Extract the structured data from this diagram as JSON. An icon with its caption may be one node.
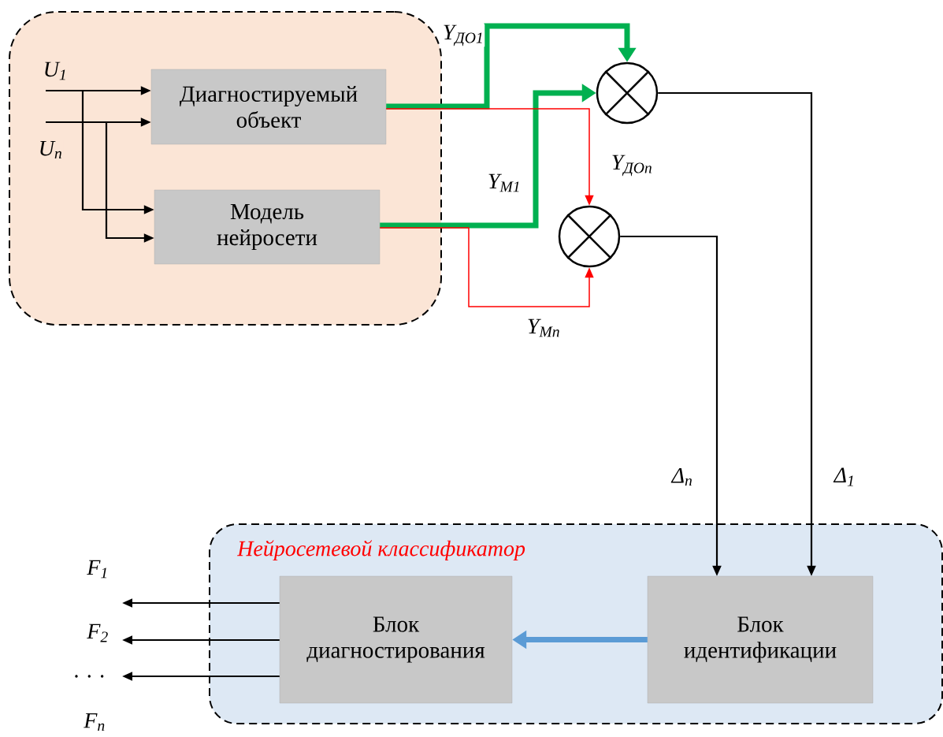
{
  "diagram": {
    "nodes": [
      {
        "text": [],
        "shape": "box"
      },
      {
        "text": [
          "Диагностируемый объект"
        ],
        "in": 0
      },
      {
        "text": [
          "Модель нейросети"
        ],
        "in": 0
      },
      {
        "text": [],
        "shape": "circle"
      },
      {
        "text": [],
        "shape": "circle"
      },
      {
        "text": [
          "Нейросетевой классификатор"
        ]
      },
      {
        "text": [
          "Блок диагностирования"
        ],
        "in": 5
      },
      {
        "text": [
          "Блок идентификации"
        ],
        "in": 5
      }
    ],
    "edges": [
      {
        "from": null,
        "to": 1,
        "arrow": "to",
        "label": "U$_{1}$"
      },
      {
        "from": null,
        "to": 1,
        "arrow": "to",
        "label": "U$_{n}$"
      },
      {
        "from": null,
        "to": 2,
        "arrow": "to"
      },
      {
        "from": null,
        "to": 2,
        "arrow": "to"
      },
      {
        "from": 1,
        "to": 3,
        "arrow": "to",
        "label": "Y$_{ДО1}$",
        "style": "thick",
        "color": "#00b050"
      },
      {
        "from": 2,
        "to": 3,
        "arrow": "to",
        "label": "Y$_{M1}$",
        "style": "thick",
        "color": "#00b050"
      },
      {
        "from": 1,
        "to": 4,
        "arrow": "to",
        "label": "Y$_{ДОn}$",
        "color": "#ff0000"
      },
      {
        "from": 2,
        "to": 4,
        "arrow": "to",
        "label": "Y$_{Mn}$",
        "color": "#ff0000"
      },
      {
        "from": 3,
        "to": 7,
        "arrow": "to",
        "label": "Δ$_{1}$"
      },
      {
        "from": 4,
        "to": 7,
        "arrow": "to",
        "label": "Δ$_{n}$"
      },
      {
        "from": 7,
        "to": 6,
        "arrow": "to",
        "style": "thick",
        "color": "#5b9bd5"
      },
      {
        "from": 6,
        "to": null,
        "arrow": "to",
        "label": "F$_{1}$"
      },
      {
        "from": 6,
        "to": null,
        "arrow": "to",
        "label": "F$_{2}$"
      },
      {
        "from": 6,
        "to": null,
        "arrow": "to",
        "label": ". . ."
      }
    ],
    "labels": [
      "F$_{n}$"
    ]
  }
}
